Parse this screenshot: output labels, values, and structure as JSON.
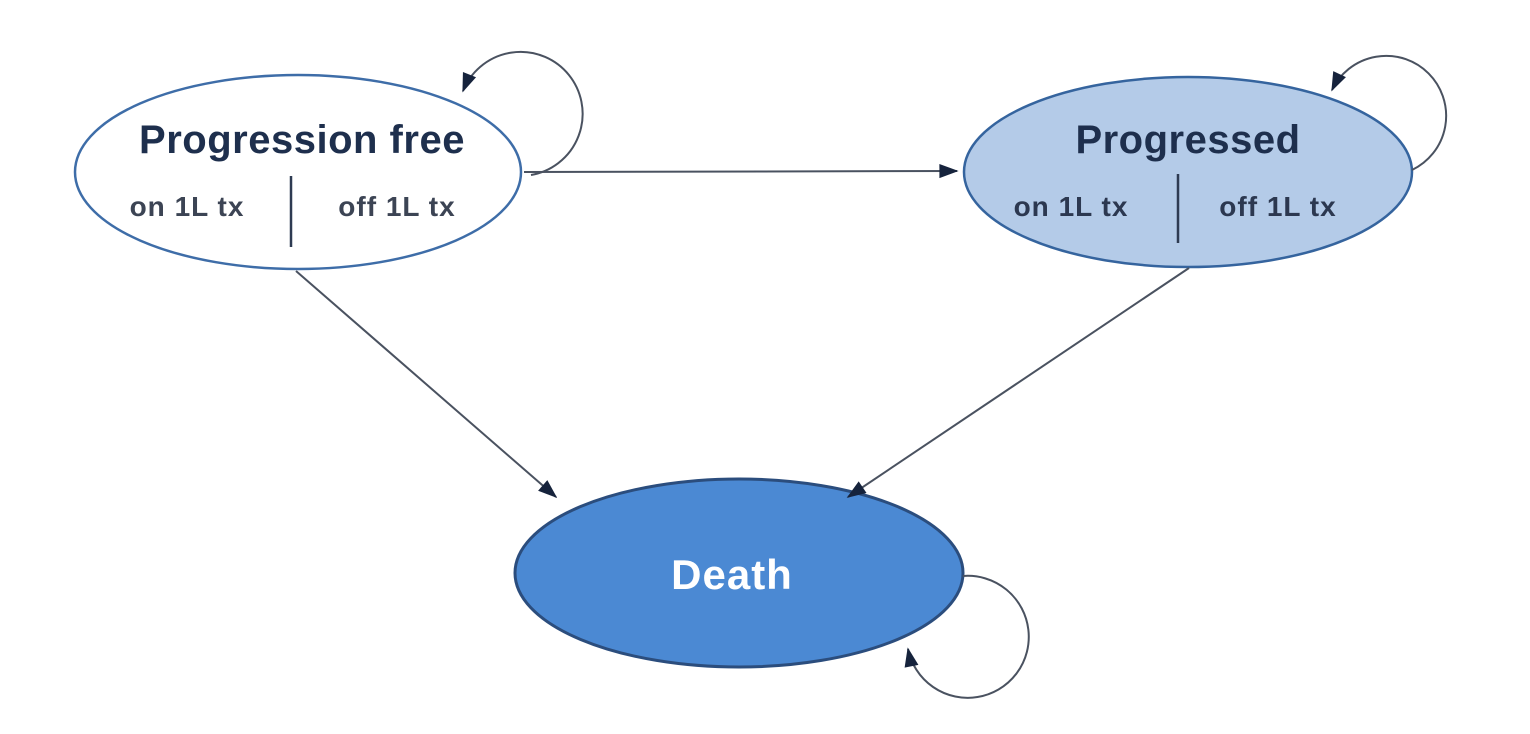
{
  "diagram": {
    "type": "state-transition-model",
    "background": "#ffffff",
    "nodes": [
      {
        "id": "progression-free",
        "label": "Progression free",
        "sublabels": [
          "on 1L tx",
          "off 1L tx"
        ],
        "fill": "#ffffff",
        "stroke": "#3e6da8",
        "label_color": "#1e2f4d",
        "sublabel_color": "#3c4454",
        "has_self_loop": true
      },
      {
        "id": "progressed",
        "label": "Progressed",
        "sublabels": [
          "on 1L tx",
          "off 1L tx"
        ],
        "fill": "#b4cbe8",
        "stroke": "#35649e",
        "label_color": "#1e2f4d",
        "sublabel_color": "#2c3850",
        "has_self_loop": true
      },
      {
        "id": "death",
        "label": "Death",
        "sublabels": [],
        "fill": "#4b89d3",
        "stroke": "#2b4d7d",
        "label_color": "#ffffff",
        "has_self_loop": true
      }
    ],
    "edges": [
      {
        "from": "progression-free",
        "to": "progressed"
      },
      {
        "from": "progression-free",
        "to": "death"
      },
      {
        "from": "progressed",
        "to": "death"
      },
      {
        "from": "progression-free",
        "to": "progression-free",
        "type": "self-loop"
      },
      {
        "from": "progressed",
        "to": "progressed",
        "type": "self-loop"
      },
      {
        "from": "death",
        "to": "death",
        "type": "self-loop"
      }
    ],
    "colors": {
      "edge_line": "#4a5260",
      "arrowhead": "#16233c",
      "divider": "#2e3b52"
    }
  }
}
